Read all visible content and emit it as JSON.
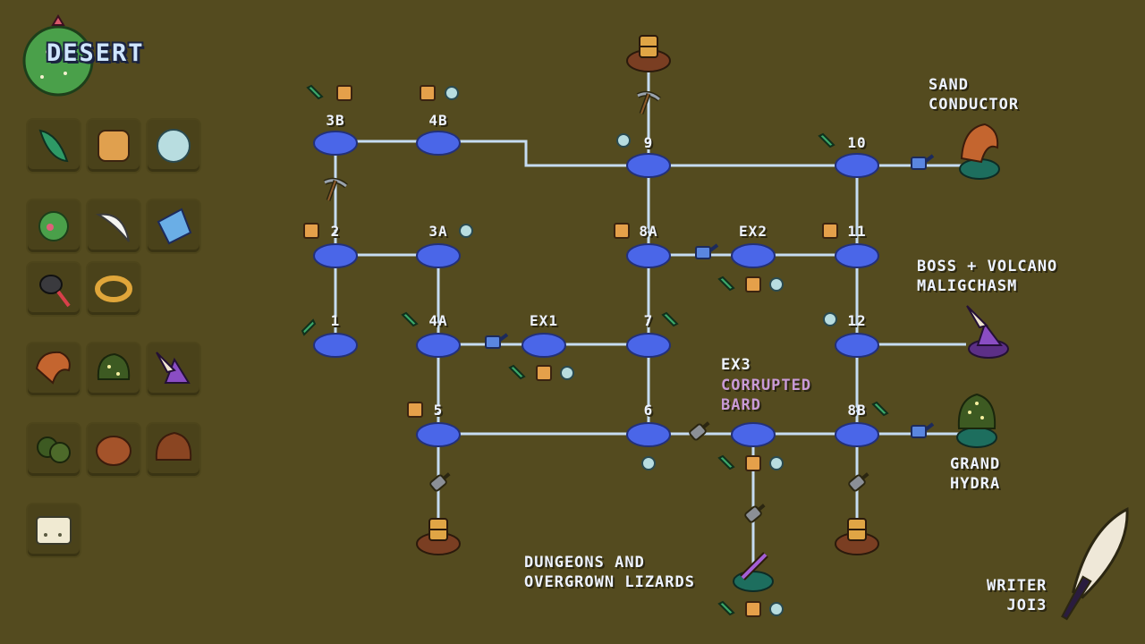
{
  "title": "DESERT",
  "nodes": {
    "n3b": "3B",
    "n4b": "4B",
    "n9": "9",
    "n10": "10",
    "n2": "2",
    "n3a": "3A",
    "n8a": "8A",
    "ex2": "EX2",
    "n11": "11",
    "n1": "1",
    "n4a": "4A",
    "ex1": "EX1",
    "n7": "7",
    "n12": "12",
    "n5": "5",
    "n6": "6",
    "n8b": "8B"
  },
  "labels": {
    "sand_conductor": [
      "SAND",
      "CONDUCTOR"
    ],
    "boss_volcano": [
      "BOSS + VOLCANO",
      "MALIGCHASM"
    ],
    "ex3": "EX3",
    "corrupted_bard": [
      "CORRUPTED",
      "BARD"
    ],
    "grand_hydra": [
      "GRAND",
      "HYDRA"
    ],
    "dungeons": [
      "DUNGEONS AND",
      "OVERGROWN LIZARDS"
    ],
    "writer": [
      "WRITER",
      "JOI3"
    ]
  },
  "legend_icons": [
    "leaf-icon",
    "bread-icon",
    "orb-icon",
    "spiky-plant-icon",
    "fang-icon",
    "crystal-shard-icon",
    "feather-quill-icon",
    "ring-icon",
    "mushroom-icon",
    "moss-icon",
    "purple-crystal-icon",
    "vine-bush-icon",
    "tree-stump-icon",
    "clay-lump-icon",
    "bone-block-icon"
  ],
  "colors": {
    "background": "#544b1f",
    "node": "#4a66e8",
    "connector": "#c6dcf2",
    "label": "#eef3ff",
    "accent_purple": "#c99ad6"
  }
}
